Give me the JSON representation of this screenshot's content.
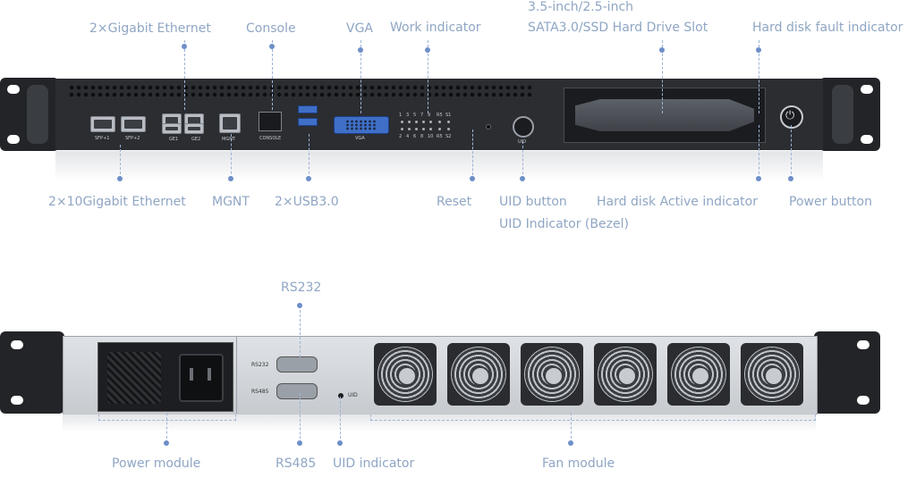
{
  "front_labels": {
    "gigabit": "2×Gigabit Ethernet",
    "console": "Console",
    "vga": "VGA",
    "work_indicator": "Work indicator",
    "drive_slot_line1": "3.5-inch/2.5-inch",
    "drive_slot_line2": "SATA3.0/SSD Hard Drive Slot",
    "hdd_fault": "Hard disk fault indicator",
    "ten_gig": "2×10Gigabit Ethernet",
    "mgnt": "MGNT",
    "usb": "2×USB3.0",
    "reset": "Reset",
    "uid_button": "UID button",
    "uid_indicator_bezel": "UID Indicator (Bezel)",
    "hdd_active": "Hard disk Active indicator",
    "power_button": "Power button"
  },
  "front_panel_text": {
    "sfp1": "SFP+1",
    "sfp2": "SFP+2",
    "ge1": "GE1",
    "ge2": "GE2",
    "mgnt": "MGNT",
    "console": "CONSOLE",
    "vga": "VGA",
    "uid": "UID",
    "led_top": [
      "1",
      "3",
      "5",
      "7",
      "9",
      "R5",
      "S1"
    ],
    "led_bottom": [
      "2",
      "4",
      "6",
      "8",
      "10",
      "R5",
      "S2"
    ]
  },
  "rear_labels": {
    "rs232": "RS232",
    "rs485": "RS485",
    "power_module": "Power module",
    "uid_indicator": "UID indicator",
    "fan_module": "Fan module"
  },
  "rear_panel_text": {
    "rs232": "RS232",
    "rs485": "RS485",
    "uid": "UID"
  },
  "colors": {
    "label": "#8fa6c4",
    "leader": "#9db3d6",
    "chassis": "#2b2d31",
    "usb": "#3f6fc7"
  },
  "fan_count": 6
}
